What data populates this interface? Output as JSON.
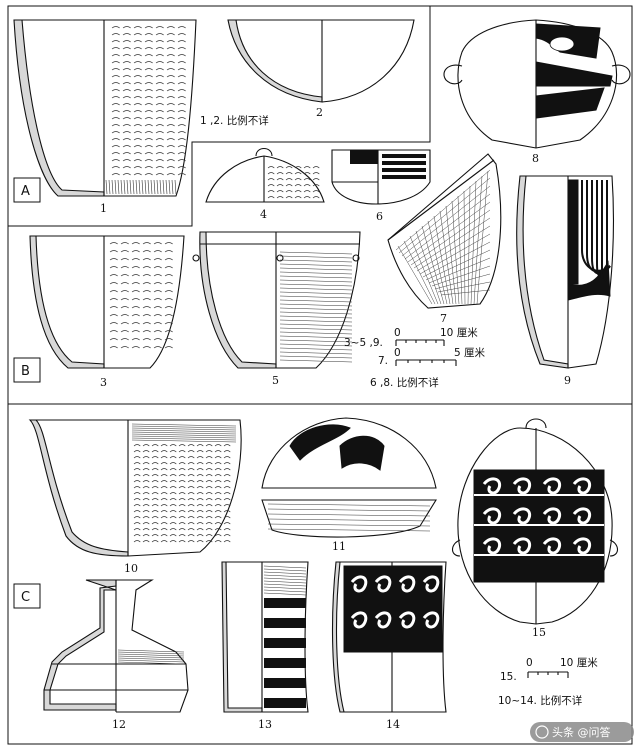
{
  "sections": {
    "a": "A",
    "b": "B",
    "c": "C"
  },
  "figures": {
    "f1": "1",
    "f2": "2",
    "f3": "3",
    "f4": "4",
    "f5": "5",
    "f6": "6",
    "f7": "7",
    "f8": "8",
    "f9": "9",
    "f10": "10",
    "f11": "11",
    "f12": "12",
    "f13": "13",
    "f14": "14",
    "f15": "15"
  },
  "scale_notes": {
    "a_note": "1 ,2. 比例不详",
    "b_scale1_label": "3~5 ,9.",
    "b_scale1_zero": "0",
    "b_scale1_unit": "10 厘米",
    "b_scale2_label": "7.",
    "b_scale2_zero": "0",
    "b_scale2_unit": "5 厘米",
    "b_note": "6 ,8. 比例不详",
    "c_scale_label": "15.",
    "c_scale_zero": "0",
    "c_scale_unit": "10 厘米",
    "c_note": "10~14. 比例不详"
  },
  "watermark": "头条 @问答"
}
